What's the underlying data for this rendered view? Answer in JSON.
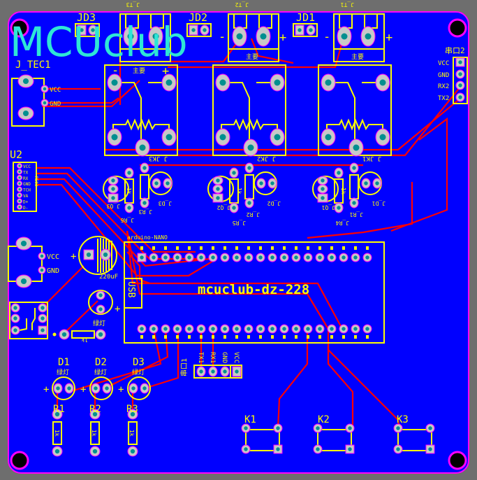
{
  "board": {
    "logo": "MCUclub",
    "module_label": "mcuclub-dz-228",
    "usb_label": "USB",
    "module_ref": "arduino-NANO",
    "colors": {
      "board": "#0000ff",
      "silk": "#ffff00",
      "trace": "#ff0000",
      "outline": "#ff00ff",
      "logo": "#2ee6d6",
      "pad": "#c8c8c8",
      "hole": "#008f8f"
    }
  },
  "terminals": [
    {
      "ref": "J_T3",
      "minus": "-",
      "plus": "+",
      "jumper": "JD3",
      "caption": "主要"
    },
    {
      "ref": "J_T2",
      "minus": "-",
      "plus": "+",
      "jumper": "JD2",
      "caption": "主要"
    },
    {
      "ref": "J_T1",
      "minus": "-",
      "plus": "+",
      "jumper": "JD1",
      "caption": "主要"
    }
  ],
  "relays": [
    {
      "ref": "J_JK3"
    },
    {
      "ref": "J_JK2"
    },
    {
      "ref": "J_JK1"
    }
  ],
  "driver_groups": [
    {
      "q": "J_Q3",
      "rb": "J_R6",
      "rl": "J_R3",
      "led": "J_D3",
      "res": "1k"
    },
    {
      "q": "J_Q2",
      "rb": "J_R5",
      "rl": "J_R2",
      "led": "J_D2",
      "res": "1k"
    },
    {
      "q": "J_Q1",
      "rb": "J_R4",
      "rl": "J_R1",
      "led": "J_D1",
      "res": "1k"
    }
  ],
  "j_tec1": {
    "ref": "J_TEC1",
    "vcc": "VCC",
    "gnd": "GND"
  },
  "power2": {
    "vcc": "VCC",
    "gnd": "GND"
  },
  "uart2": {
    "ref": "串口2",
    "pins": [
      "VCC",
      "GND",
      "RX2",
      "TX2"
    ]
  },
  "u2": {
    "ref": "U2",
    "pins": [
      "VCC",
      "TX",
      "RX",
      "GND",
      "TCH",
      "VA",
      "D+",
      "D-"
    ],
    "chip": "R503"
  },
  "cap": {
    "value": "220uF",
    "plus": "+"
  },
  "buzzer": {
    "label": "绿灯",
    "plus": "+",
    "res": "1k"
  },
  "leds": [
    {
      "ref": "D1",
      "label": "绿灯",
      "plus": "+"
    },
    {
      "ref": "D2",
      "label": "绿灯",
      "plus": "+"
    },
    {
      "ref": "D3",
      "label": "绿灯",
      "plus": "+"
    }
  ],
  "resistors": [
    {
      "ref": "R1",
      "value": "1k"
    },
    {
      "ref": "R2",
      "value": "1k"
    },
    {
      "ref": "R3",
      "value": "1k"
    }
  ],
  "uart1": {
    "ref": "串口1",
    "pins": [
      "TX1",
      "RX1",
      "GND",
      "VCC"
    ]
  },
  "keys": [
    {
      "ref": "K1"
    },
    {
      "ref": "K2"
    },
    {
      "ref": "K3"
    }
  ]
}
